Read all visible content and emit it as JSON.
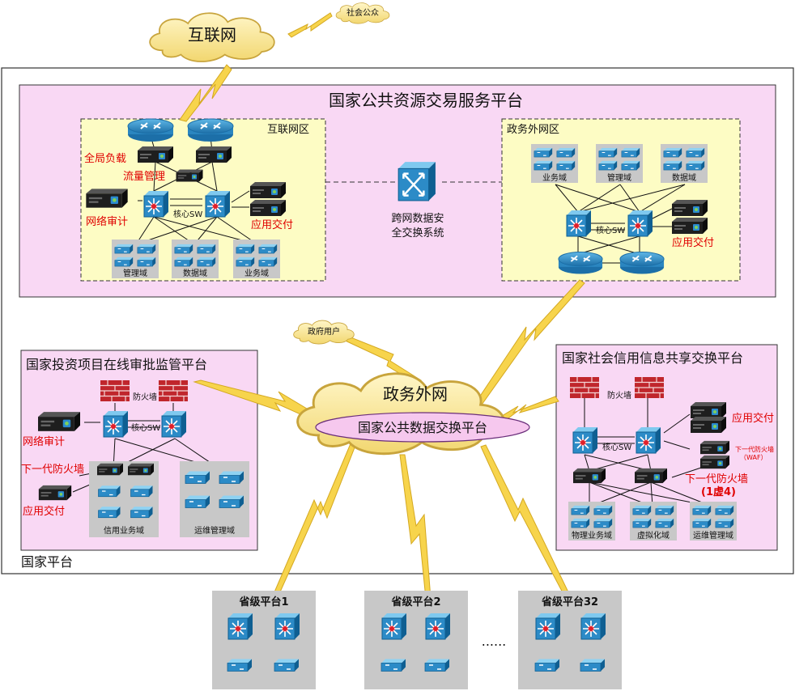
{
  "internet_cloud": "互联网",
  "public_cloud": "社会公众",
  "gov_user_cloud": "政府用户",
  "national_platform_label": "国家平台",
  "trading_platform": {
    "title": "国家公共资源交易服务平台",
    "internet_zone": {
      "title": "互联网区",
      "global_lb": "全局负载",
      "traffic_mgmt": "流量管理",
      "net_audit": "网络审计",
      "core_sw": "核心SW",
      "app_delivery": "应用交付",
      "domains": [
        "管理域",
        "数据域",
        "业务域"
      ]
    },
    "cross_exchange": "跨网数据安全交换系统",
    "gov_zone": {
      "title": "政务外网区",
      "domains": [
        "业务域",
        "管理域",
        "数据域"
      ],
      "core_sw": "核心SW",
      "app_delivery": "应用交付"
    }
  },
  "invest_platform": {
    "title": "国家投资项目在线审批监管平台",
    "firewall": "防火墙",
    "core_sw": "核心SW",
    "net_audit": "网络审计",
    "ngfw": "下一代防火墙",
    "app_delivery": "应用交付",
    "domains": [
      "信用业务域",
      "运维管理域"
    ]
  },
  "credit_platform": {
    "title": "国家社会信用信息共享交换平台",
    "firewall": "防火墙",
    "core_sw": "核心SW",
    "app_delivery": "应用交付",
    "waf_line1": "下一代防火墙",
    "waf_line2": "（WAF）",
    "ngfw": "下一代防火墙",
    "ngfw_note": "(1虚4)",
    "domains": [
      "物理业务域",
      "虚拟化域",
      "运维管理域"
    ]
  },
  "gov_network": {
    "title": "政务外网",
    "exchange": "国家公共数据交换平台"
  },
  "provinces": [
    "省级平台1",
    "省级平台2",
    "省级平台32"
  ],
  "ellipsis": "......"
}
